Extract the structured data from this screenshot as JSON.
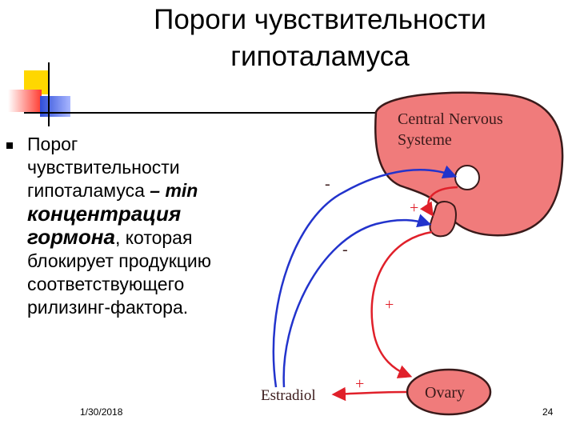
{
  "title": {
    "line1": "Пороги чувствительности",
    "line2": "гипоталамуса"
  },
  "bullet_text": {
    "line1": "Порог",
    "line2": "чувствительности",
    "line3a": "гипоталамуса ",
    "line3b": "– min",
    "line4": "концентрация",
    "line5a": "гормона",
    "line5b": ", которая",
    "line6": "блокирует продукцию",
    "line7": "соответствующего",
    "line8": "рилизинг-фактора."
  },
  "diagram": {
    "cns_label_1": "Central Nervous",
    "cns_label_2": "Systeme",
    "ovary_label": "Ovary",
    "estradiol_label": "Estradiol",
    "sign_minus_1": "-",
    "sign_plus_1": "+",
    "sign_minus_2": "-",
    "sign_plus_2": "+",
    "sign_plus_3": "+",
    "colors": {
      "organ_fill": "#f07b7b",
      "organ_stroke": "#3a1a1a",
      "blue_arrow": "#2233cc",
      "red_arrow": "#e0202a"
    }
  },
  "footer": {
    "date": "1/30/2018",
    "page": "24"
  }
}
